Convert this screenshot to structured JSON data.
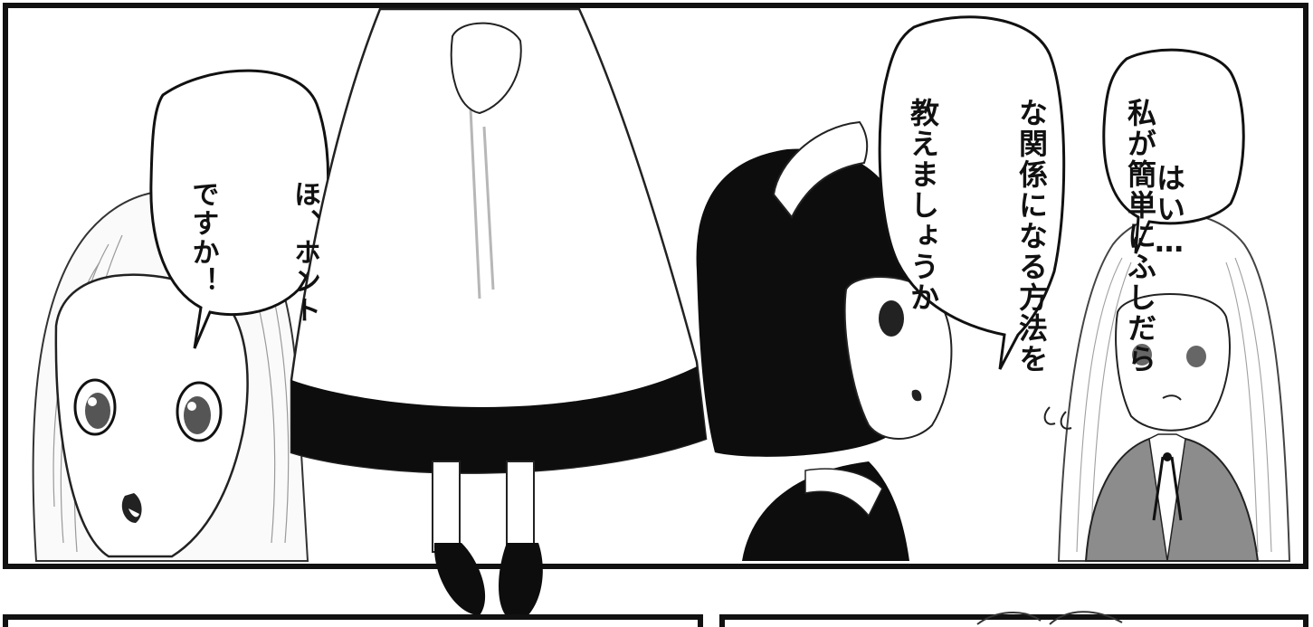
{
  "panels": {
    "top": {
      "bubble_left": {
        "lines": [
          "ほ、ホント",
          "ですか！"
        ]
      },
      "bubble_center": {
        "lines": [
          "私が簡単にふしだら",
          "な関係になる方法を",
          "教えましょうか"
        ]
      },
      "bubble_right": {
        "lines": [
          "はい…"
        ]
      }
    }
  },
  "colors": {
    "ink": "#111111",
    "paper": "#ffffff",
    "screentone": "#8c8c8c",
    "hair_black": "#0d0d0d"
  }
}
